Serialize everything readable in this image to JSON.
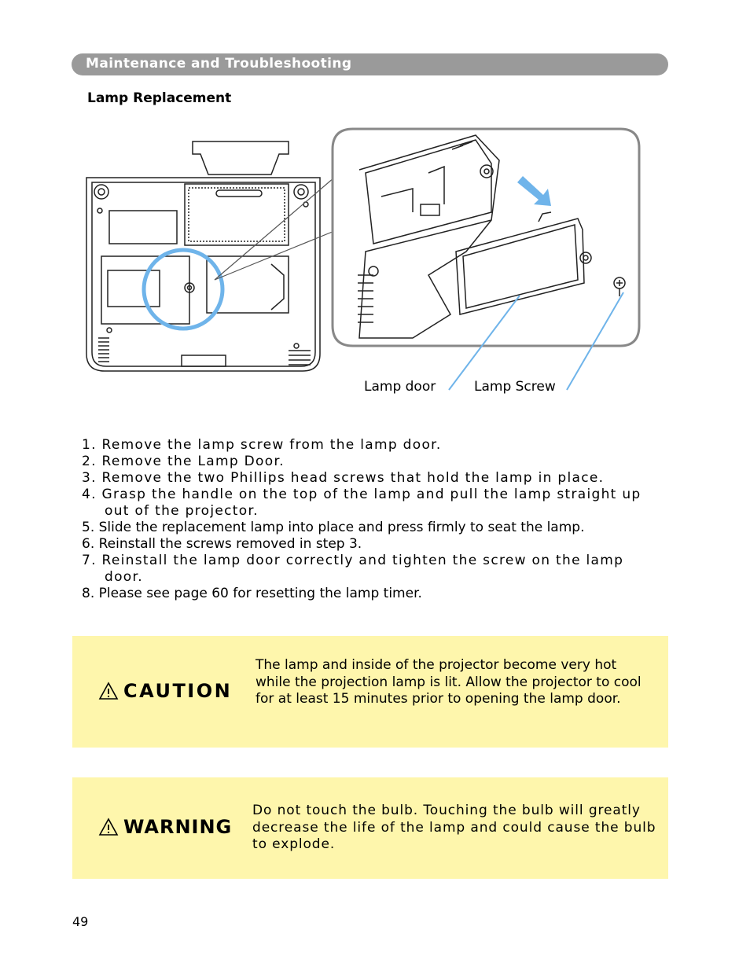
{
  "header": {
    "section": "Maintenance and Troubleshooting"
  },
  "section_title": "Lamp Replacement",
  "figure": {
    "labels": {
      "lamp_door": "Lamp door",
      "lamp_screw": "Lamp Screw"
    }
  },
  "steps": [
    "1. Remove the lamp screw from the lamp door.",
    "2. Remove the Lamp Door.",
    "3. Remove the two Phillips head screws that hold the lamp in place.",
    {
      "line1": "4. Grasp the handle on the top of the lamp and pull the lamp straight up",
      "line2": "out of the projector."
    },
    "5. Slide the replacement lamp into place and press firmly to seat the lamp.",
    "6. Reinstall the screws removed in step 3.",
    {
      "line1": "7. Reinstall the lamp door correctly and tighten the screw on the lamp",
      "line2": "door."
    },
    "8. Please see page 60 for resetting the lamp timer."
  ],
  "caution": {
    "title": "CAUTION",
    "text": "The lamp and inside of the projector become very hot while the projection lamp is lit. Allow the projector to cool for at least 15 minutes prior to opening the lamp door."
  },
  "warning": {
    "title": "WARNING",
    "text": "Do not touch the bulb. Touching the bulb will greatly decrease the life of the lamp and could cause the bulb to explode."
  },
  "page_number": "49",
  "colors": {
    "header_bar": "#9a9a9a",
    "notice_bg": "#fef6ac",
    "highlight": "#6fb4ea"
  },
  "icons": {
    "notice": "warning-triangle-icon"
  }
}
